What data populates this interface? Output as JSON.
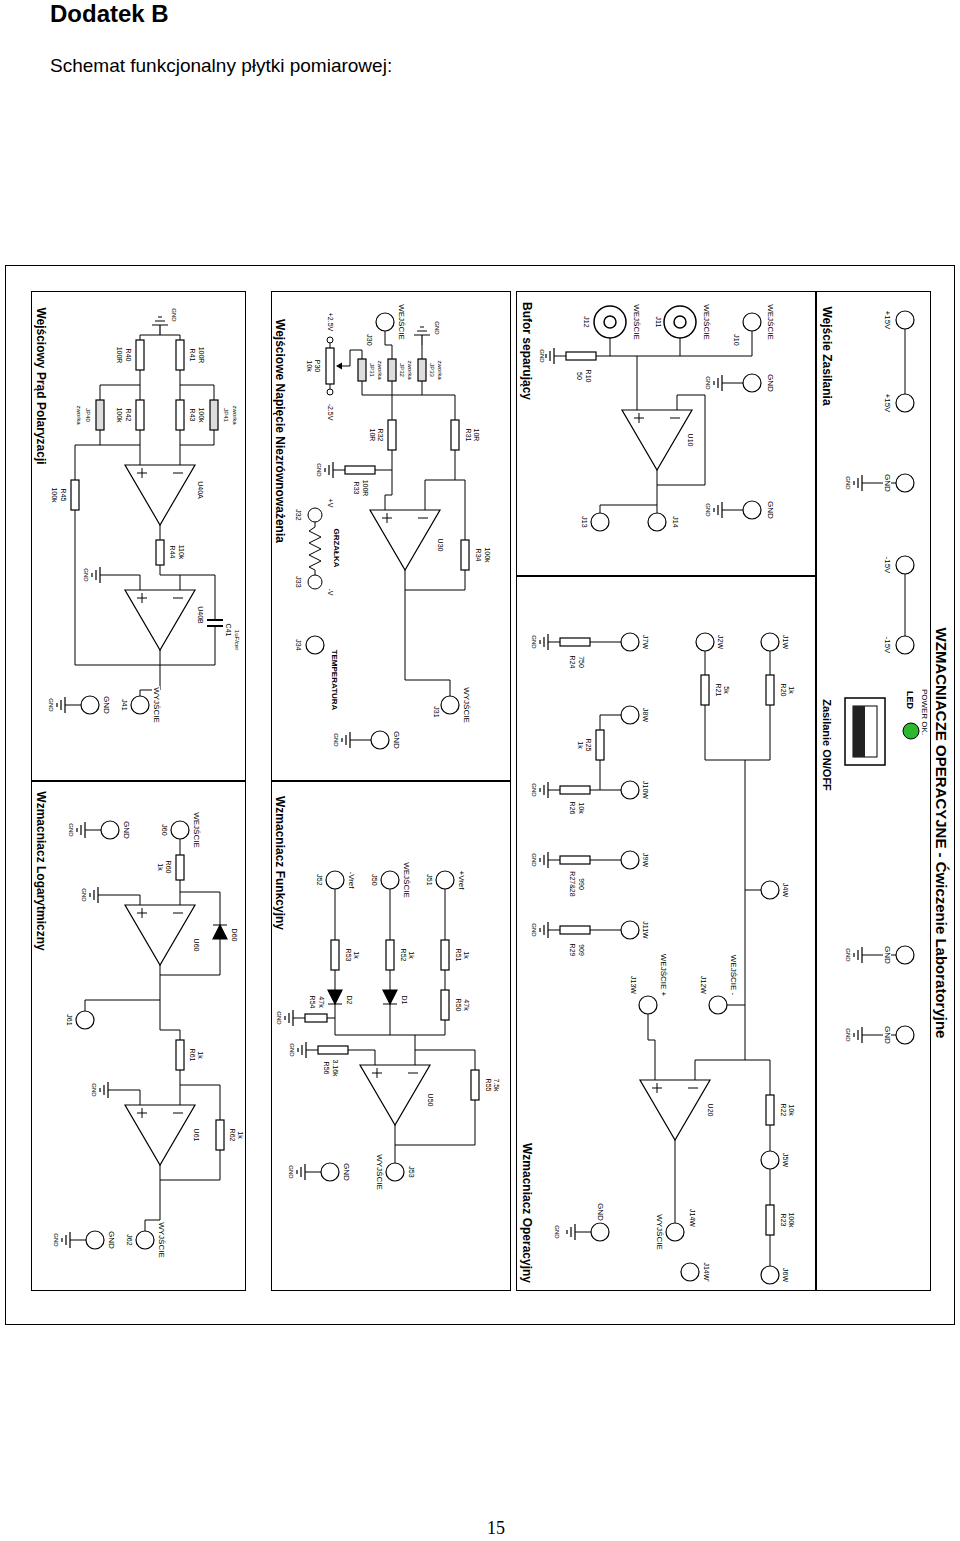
{
  "diagram": {
    "title": "Dodatek B",
    "nodes": [
      {
        "text": [
          "WZMACNIACZE OPERACYJNE - Ćwiczenie Laboratoryjne"
        ]
      },
      {
        "text": [
          "Wejście Zasilania"
        ],
        "in": 0
      },
      {
        "text": [
          "Bufor separujący"
        ],
        "in": 0
      },
      {
        "text": [
          "Wzmacniacz Operacyjny"
        ],
        "in": 0
      },
      {
        "text": [
          "Wejściowe Napięcie Niezrównoważenia"
        ],
        "in": 0
      },
      {
        "text": [
          "Wzmacniacz Funkcyjny"
        ],
        "in": 0
      },
      {
        "text": [
          "Wejściowy Prąd Polaryzacji"
        ],
        "in": 0
      },
      {
        "text": [
          "Wzmacniacz Logarytmiczny"
        ],
        "in": 0
      }
    ],
    "labels": [
      "Schemat funkcjonalny płytki pomiarowej:",
      "15",
      "+15V",
      "+15V",
      "GND",
      "GND",
      "-15V",
      "-15V",
      "POWER OK.",
      "LED",
      "Zasilanie ON/OFF",
      "GND",
      "GND",
      "GND",
      "GND",
      "WEJŚCIE",
      "J10",
      "GND",
      "GND",
      "GND",
      "GND",
      "WEJŚCIE",
      "J11",
      "WEJŚCIE",
      "J12",
      "R10",
      "50",
      "GND",
      "U10",
      "J14",
      "J13",
      "J1W",
      "R20",
      "1k",
      "J2W",
      "R21",
      "5k",
      "J4W",
      "J7W",
      "R24",
      "750",
      "GND",
      "J8W",
      "R25",
      "1k",
      "J10W",
      "R26",
      "10k",
      "GND",
      "J9W",
      "R27&28",
      "990",
      "GND",
      "J11W",
      "R29",
      "909",
      "GND",
      "J12W",
      "WEJŚCIE -",
      "J13W",
      "WEJŚCIE +",
      "U20",
      "R22",
      "10k",
      "J5W",
      "R23",
      "100k",
      "J6W",
      "J14W",
      "WYJŚCIE",
      "J14W'",
      "GND",
      "GND",
      "WEJŚCIE",
      "J30",
      "+2.5V",
      "P30",
      "10k",
      "-2.5V",
      "JP31",
      "zworka",
      "JP32",
      "zworka",
      "JP33",
      "zworka",
      "GND",
      "R31",
      "10R",
      "R32",
      "10R",
      "R33",
      "100R",
      "GND",
      "R34",
      "100k",
      "U30",
      "J32",
      "+V",
      "GRZAŁKA",
      "J33",
      "-V",
      "J34",
      "TEMPERATURA",
      "WYJŚCIE",
      "J31",
      "GND",
      "GND",
      "J51",
      "+Vref",
      "J50",
      "WEJŚCIE",
      "J52",
      "-Vref",
      "R51",
      "1k",
      "R52",
      "1k",
      "R53",
      "1k",
      "R50",
      "47k",
      "D1",
      "D2",
      "R54",
      "47k",
      "GND",
      "R56",
      "3.16k",
      "GND",
      "R55",
      "7.5k",
      "U50",
      "J53",
      "WYJŚCIE",
      "GND",
      "GND",
      "GND",
      "R40",
      "100R",
      "R41",
      "100R",
      "R42",
      "100k",
      "R43",
      "100k",
      "JP40",
      "zworka",
      "JP41",
      "zworka",
      "U40A",
      "R45",
      "100k",
      "R44",
      "110k",
      "GND",
      "U40B",
      "C41",
      "1uF/cer",
      "WYJŚCIE",
      "J41",
      "GND",
      "GND",
      "WEJŚCIE",
      "J60",
      "GND",
      "GND",
      "R60",
      "1k",
      "GND",
      "U60",
      "D60",
      "J61",
      "R61",
      "1k",
      "GND",
      "U61",
      "R62",
      "1k",
      "WYJŚCIE",
      "J62",
      "GND",
      "GND"
    ]
  }
}
